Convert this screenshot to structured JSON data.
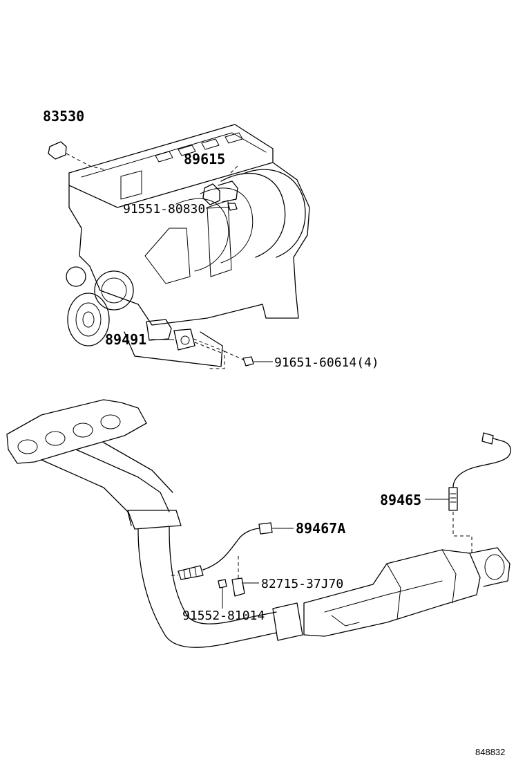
{
  "labels": {
    "p83530": "83530",
    "p89615": "89615",
    "p9155180830": "91551-80830",
    "p89491": "89491",
    "p9165160614": "91651-60614(4)",
    "p89465": "89465",
    "p89467a": "89467A",
    "p8271537j70": "82715-37J70",
    "p9155281014": "91552-81014",
    "drawing_code": "848832"
  }
}
